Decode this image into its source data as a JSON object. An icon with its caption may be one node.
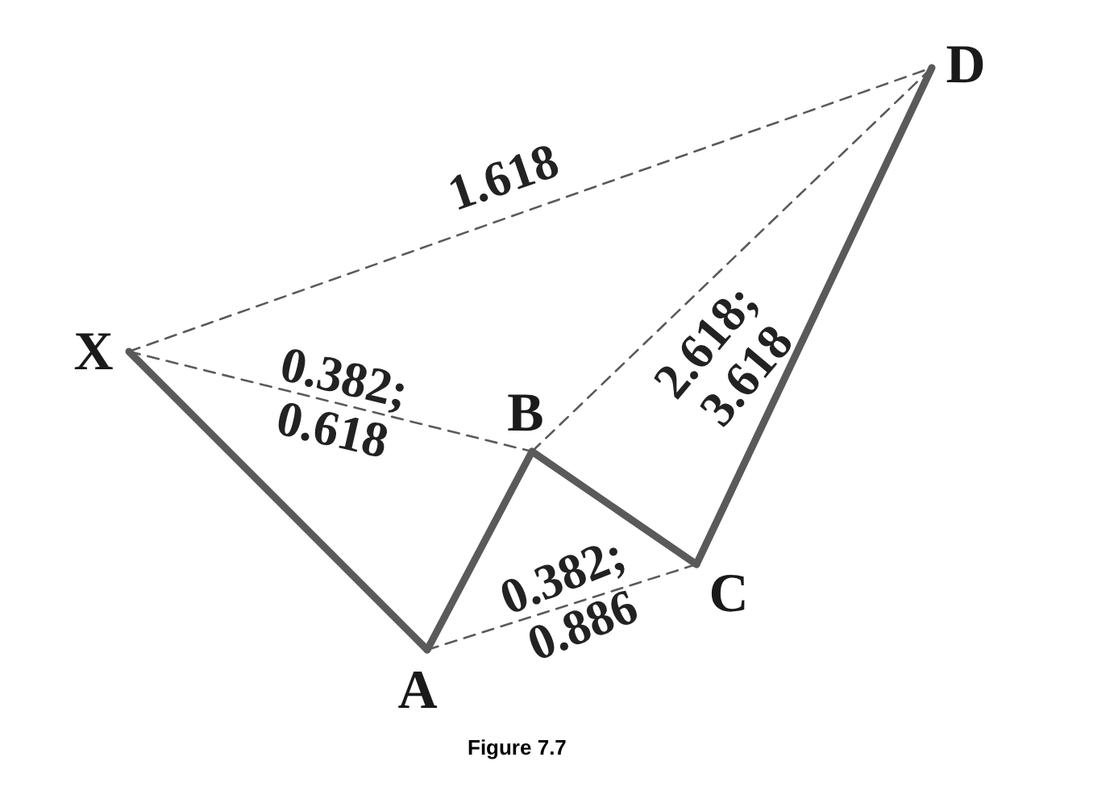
{
  "diagram": {
    "nodes": [
      {
        "text": [
          "X"
        ]
      },
      {
        "text": [
          "A"
        ]
      },
      {
        "text": [
          "B"
        ]
      },
      {
        "text": [
          "C"
        ]
      },
      {
        "text": [
          "D"
        ]
      }
    ],
    "edges": [
      {
        "from": 0,
        "to": 1,
        "arrow": "none",
        "style": "thick"
      },
      {
        "from": 1,
        "to": 2,
        "arrow": "none",
        "style": "thick"
      },
      {
        "from": 2,
        "to": 3,
        "arrow": "none",
        "style": "thick"
      },
      {
        "from": 3,
        "to": 4,
        "arrow": "none",
        "style": "thick"
      },
      {
        "from": 0,
        "to": 4,
        "arrow": "none",
        "style": "dashed",
        "label": "1.618"
      },
      {
        "from": 0,
        "to": 2,
        "arrow": "none",
        "style": "dashed",
        "label": "0.382; 0.618"
      },
      {
        "from": 2,
        "to": 4,
        "arrow": "none",
        "style": "dashed",
        "label": "2.618; 3.618"
      },
      {
        "from": 1,
        "to": 3,
        "arrow": "none",
        "style": "dashed",
        "label": "0.382; 0.886"
      }
    ],
    "labels": [
      "Figure 7.7"
    ]
  }
}
